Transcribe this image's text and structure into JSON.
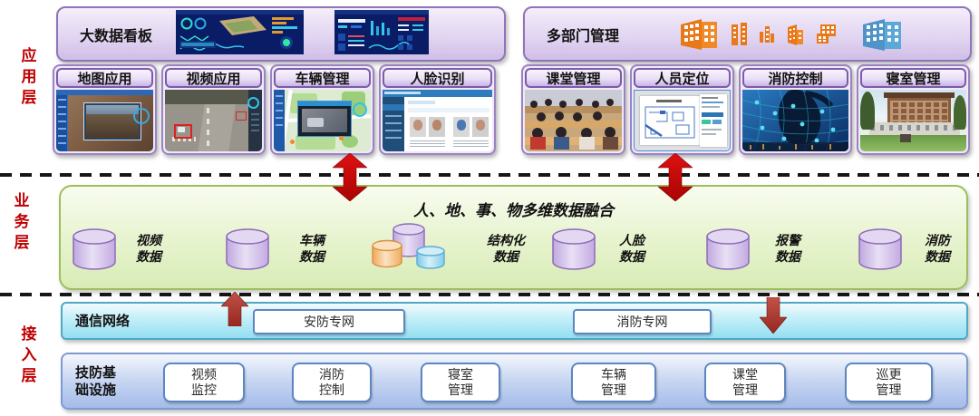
{
  "layers": {
    "application_label": "应用层",
    "business_label": "业务层",
    "access_label": "接入层"
  },
  "application": {
    "bigdata_panel": {
      "title": "大数据看板",
      "images": [
        "dashboard-screenshot-1",
        "dashboard-screenshot-2"
      ]
    },
    "multidept_panel": {
      "title": "多部门管理",
      "icons": [
        "building-large-orange-icon",
        "building-towers-orange-icon",
        "building-small-orange-icon",
        "building-mid-orange-icon",
        "building-grid-orange-icon",
        "building-large-blue-icon"
      ]
    },
    "apps": [
      {
        "title": "地图应用"
      },
      {
        "title": "视频应用"
      },
      {
        "title": "车辆管理"
      },
      {
        "title": "人脸识别"
      },
      {
        "title": "课堂管理"
      },
      {
        "title": "人员定位"
      },
      {
        "title": "消防控制"
      },
      {
        "title": "寝室管理"
      }
    ]
  },
  "business": {
    "title": "人、地、事、物多维数据融合",
    "datastores": [
      {
        "name": "视频数据"
      },
      {
        "name": "车辆数据"
      },
      {
        "name": "结构化数据"
      },
      {
        "name": "人脸数据"
      },
      {
        "name": "报警数据"
      },
      {
        "name": "消防数据"
      }
    ]
  },
  "access": {
    "network": {
      "title": "通信网络",
      "items": [
        {
          "label": "安防专网"
        },
        {
          "label": "消防专网"
        }
      ]
    },
    "infrastructure": {
      "title": "技防基础设施",
      "items": [
        {
          "label": "视频监控"
        },
        {
          "label": "消防控制"
        },
        {
          "label": "寝室管理"
        },
        {
          "label": "车辆管理"
        },
        {
          "label": "课堂管理"
        },
        {
          "label": "巡更管理"
        }
      ]
    }
  },
  "colors": {
    "layer_label_red": "#C00000",
    "purple_frame": "#8F74B8",
    "business_green": "#9DBE5C",
    "network_cyan": "#4FA8C4",
    "infra_blue": "#7E9AD2",
    "arrow_bright_red": "#CC0606",
    "arrow_brick_red": "#AF3A30"
  }
}
